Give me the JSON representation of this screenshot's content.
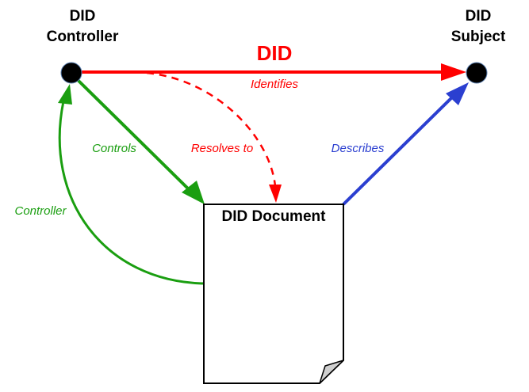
{
  "nodes": {
    "controller": {
      "line1": "DID",
      "line2": "Controller"
    },
    "subject": {
      "line1": "DID",
      "line2": "Subject"
    },
    "document": {
      "title": "DID Document"
    }
  },
  "edges": {
    "did": {
      "title": "DID",
      "label": "Identifies",
      "color": "#ff0000"
    },
    "controls": {
      "label": "Controls",
      "color": "#1a9e10"
    },
    "resolves": {
      "label": "Resolves to",
      "color": "#ff0000"
    },
    "describes": {
      "label": "Describes",
      "color": "#2b3fd0"
    },
    "controller": {
      "label": "Controller",
      "color": "#1a9e10"
    }
  }
}
